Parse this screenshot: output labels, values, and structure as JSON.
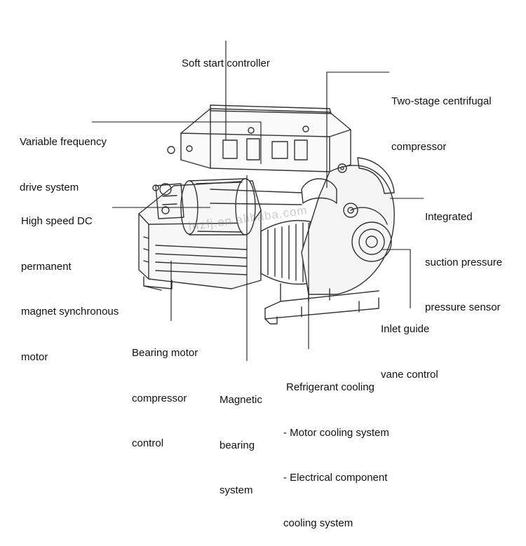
{
  "colors": {
    "line": "#1a1a1a",
    "stroke": "#333333",
    "background": "#ffffff"
  },
  "watermark": "hfzfj.en.alibaba.com",
  "labels": {
    "soft_start": [
      "Soft start controller"
    ],
    "two_stage": [
      "Two-stage centrifugal",
      "compressor"
    ],
    "vfd": [
      "Variable frequency",
      "drive system"
    ],
    "motor": [
      "High speed DC",
      "permanent",
      "magnet synchronous",
      "motor"
    ],
    "suction": [
      "Integrated",
      "suction pressure",
      "pressure sensor"
    ],
    "inlet": [
      "Inlet guide",
      "vane control"
    ],
    "bearing_motor": [
      "Bearing motor",
      "compressor",
      "control"
    ],
    "magnetic": [
      "Magnetic",
      "bearing",
      "system"
    ],
    "refrigerant": [
      "Refrigerant cooling",
      "- Motor cooling system",
      "- Electrical component",
      "cooling system"
    ]
  }
}
